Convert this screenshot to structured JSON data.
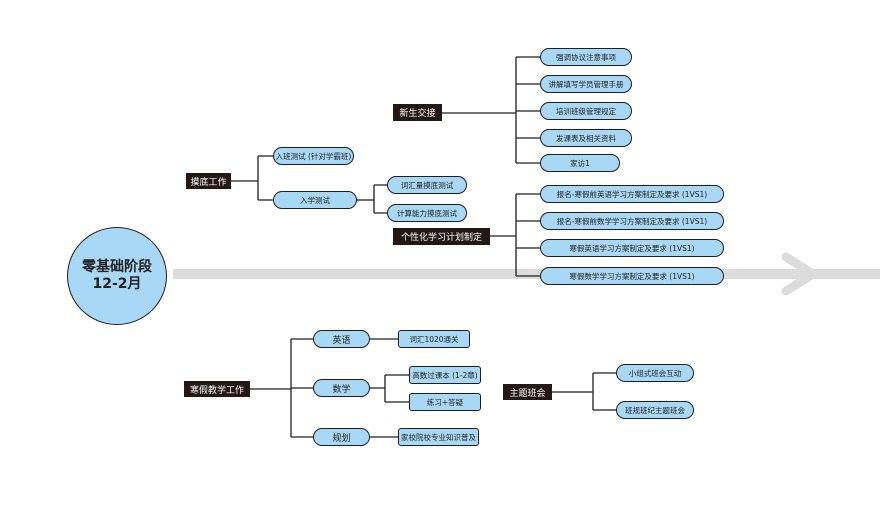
{
  "center": {
    "title": "零基础阶段",
    "subtitle": "12-2月"
  },
  "branches": {
    "modu": {
      "label": "摸底工作",
      "items": [
        {
          "label": "入班测试 (针对学霸班)"
        },
        {
          "label": "入学测试",
          "children": [
            "词汇量摸底测试",
            "计算能力摸底测试"
          ]
        }
      ]
    },
    "xinsheng": {
      "label": "新生交接",
      "items": [
        "强调协议注意事项",
        "讲解填写学员管理手册",
        "培训班级管理规定",
        "发课表及相关资料",
        "家访1"
      ]
    },
    "gexing": {
      "label": "个性化学习计划制定",
      "items": [
        "报名-寒假前英语学习方案制定及要求 (1VS1)",
        "报名-寒假前数学学习方案制定及要求 (1VS1)",
        "寒假英语学习方案制定及要求 (1VS1)",
        "寒假数学学习方案制定及要求 (1VS1)"
      ]
    },
    "hanjia": {
      "label": "寒假教学工作",
      "items": [
        {
          "label": "英语",
          "children": [
            "词汇1020通关"
          ]
        },
        {
          "label": "数学",
          "children": [
            "高数过课本 (1-2章)",
            "练习+答疑"
          ]
        },
        {
          "label": "规划",
          "children": [
            "家校院校专业知识普及"
          ]
        }
      ]
    },
    "zhuti": {
      "label": "主题班会",
      "items": [
        "小组式班会互动",
        "班规班纪主题班会"
      ]
    }
  },
  "colors": {
    "node_fill": "#a8d8f5",
    "label_fill": "#231815",
    "line": "#1e1e1e",
    "arrow": "#dcdcdc"
  }
}
